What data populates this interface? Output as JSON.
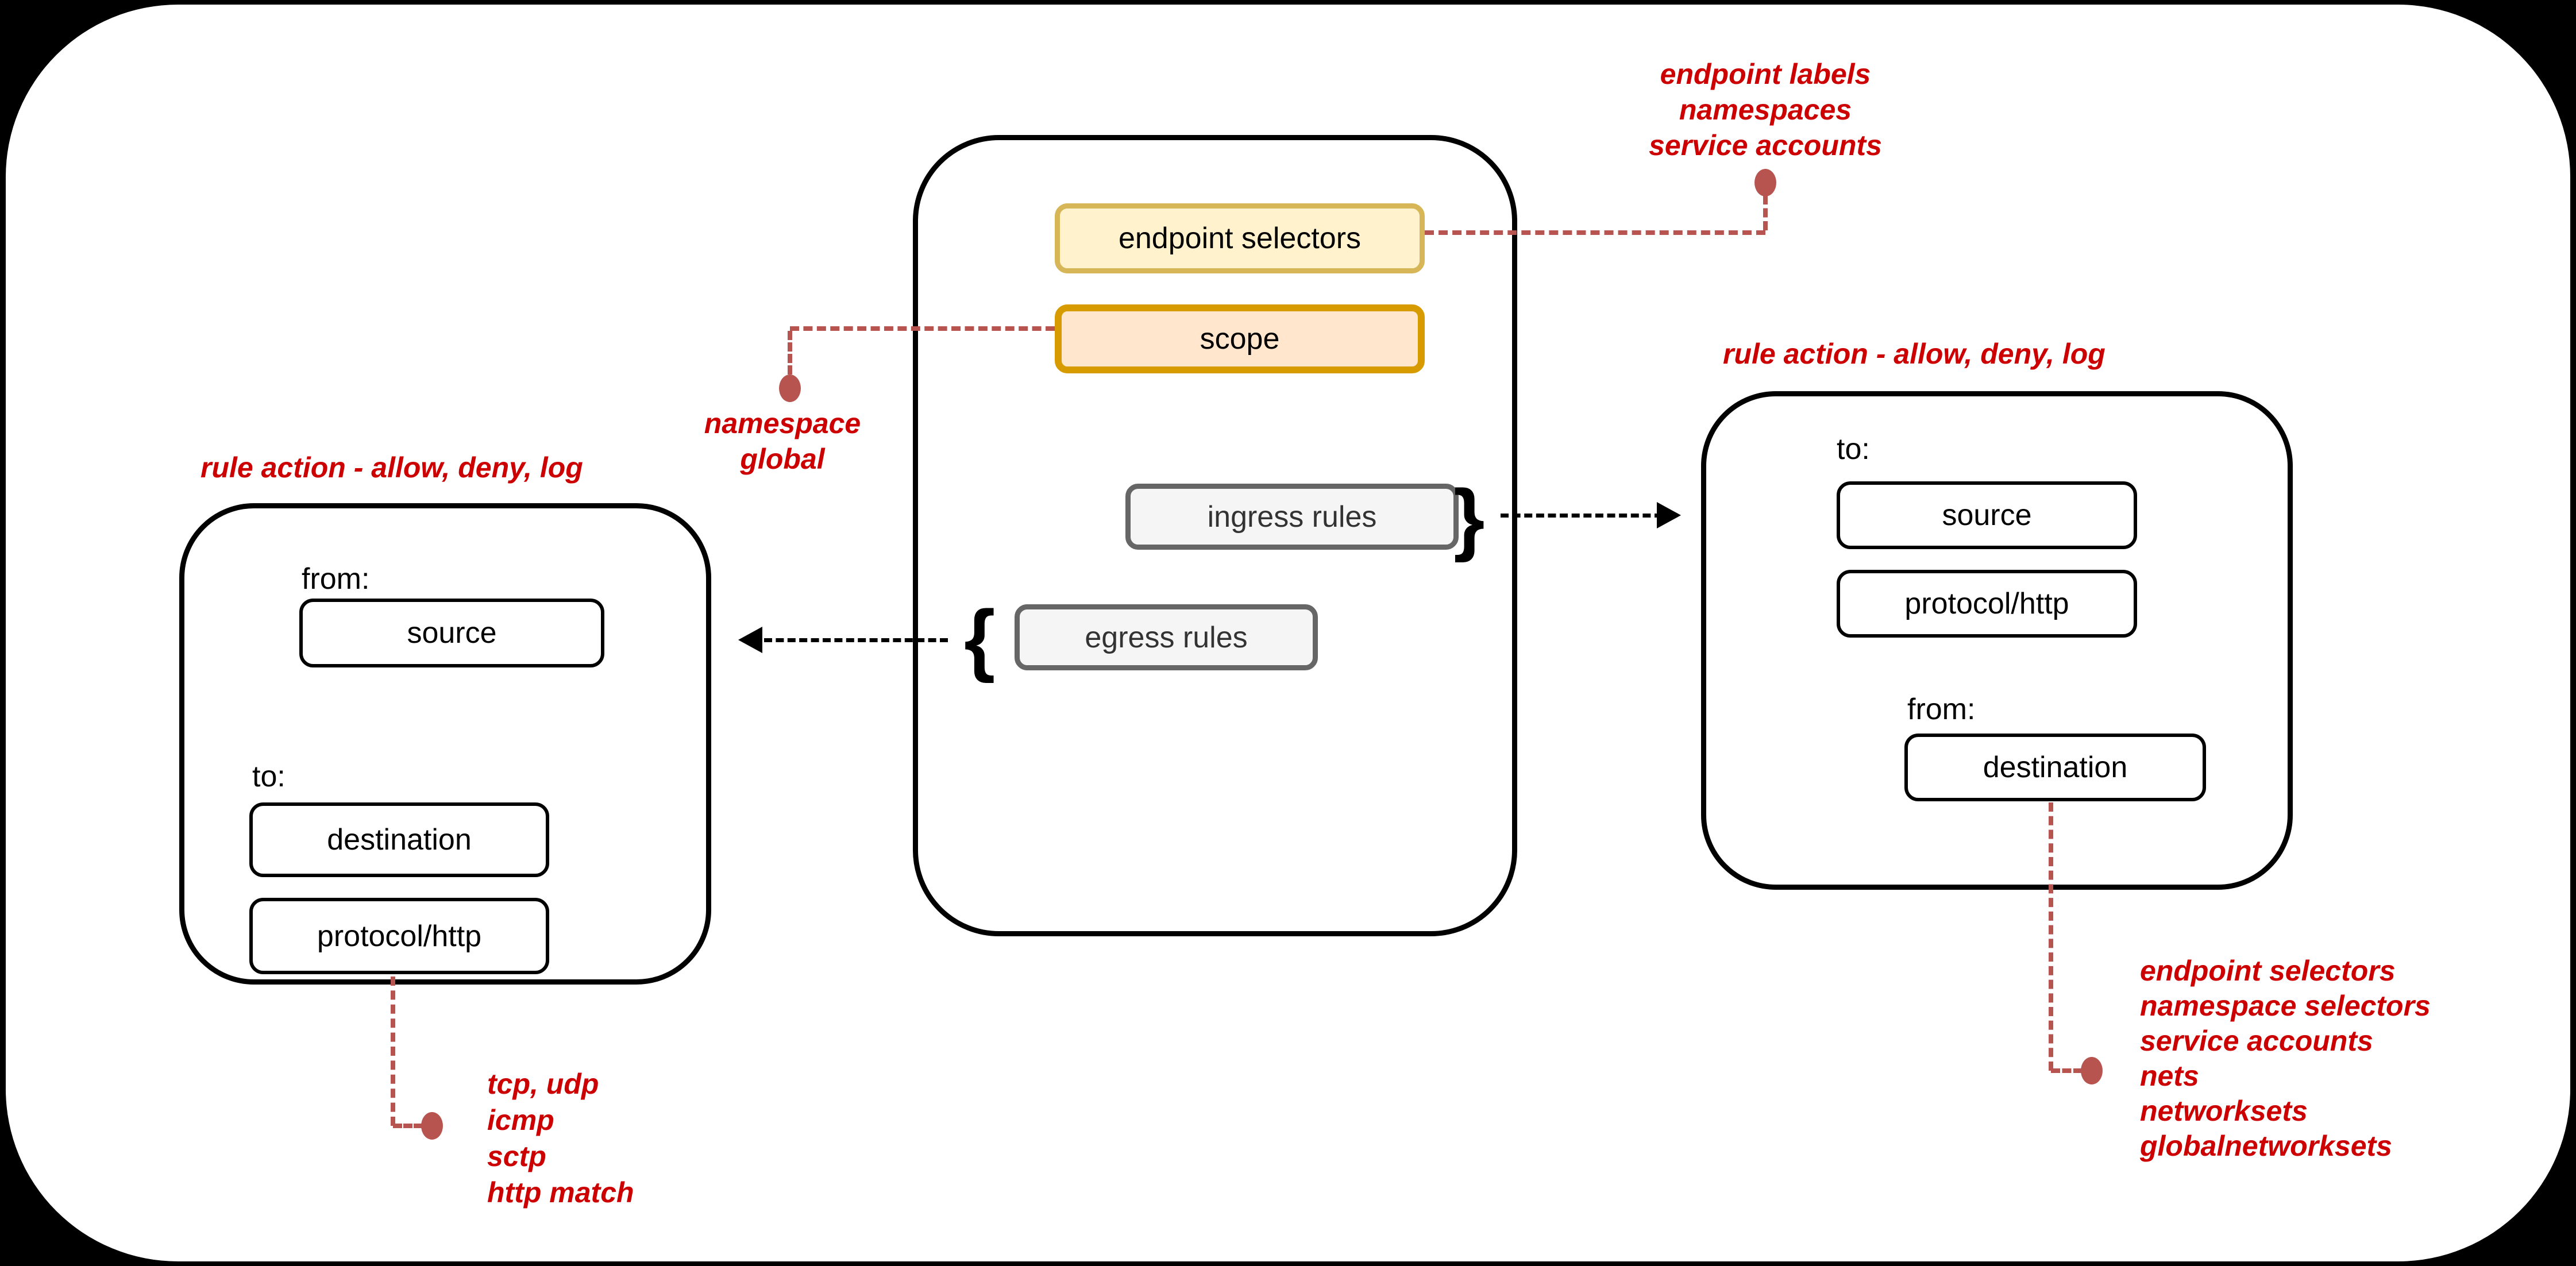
{
  "colors": {
    "background": "#000000",
    "sheet": "#ffffff",
    "note_text": "#CC0000",
    "connector_red": "#B85450",
    "endpoint_selectors_fill": "#FFF2CC",
    "endpoint_selectors_stroke": "#D6B656",
    "scope_fill": "#FFE6CC",
    "scope_stroke": "#D79B00",
    "rules_fill": "#F5F5F5",
    "rules_stroke": "#666666"
  },
  "center_policy": {
    "endpoint_selectors": "endpoint selectors",
    "scope": "scope",
    "ingress_rules": "ingress rules",
    "egress_rules": "egress rules"
  },
  "braces": {
    "ingress": "}",
    "egress": "{"
  },
  "egress_rule_detail": {
    "rule_action_note": "rule action - allow, deny, log",
    "from": "from:",
    "source": "source",
    "to": "to:",
    "destination": "destination",
    "protocol": "protocol/http"
  },
  "ingress_rule_detail": {
    "rule_action_note": "rule action - allow, deny, log",
    "to": "to:",
    "source": "source",
    "protocol": "protocol/http",
    "from": "from:",
    "destination": "destination"
  },
  "notes": {
    "endpoint_selectors": {
      "lines": [
        "endpoint labels",
        "namespaces",
        "service accounts"
      ]
    },
    "scope": {
      "lines": [
        "namespace",
        "global"
      ]
    },
    "protocol": {
      "lines": [
        "tcp, udp",
        "icmp",
        "sctp",
        "http match"
      ]
    },
    "destination": {
      "lines": [
        "endpoint selectors",
        "namespace selectors",
        "service accounts",
        "nets",
        "networksets",
        "globalnetworksets"
      ]
    }
  }
}
